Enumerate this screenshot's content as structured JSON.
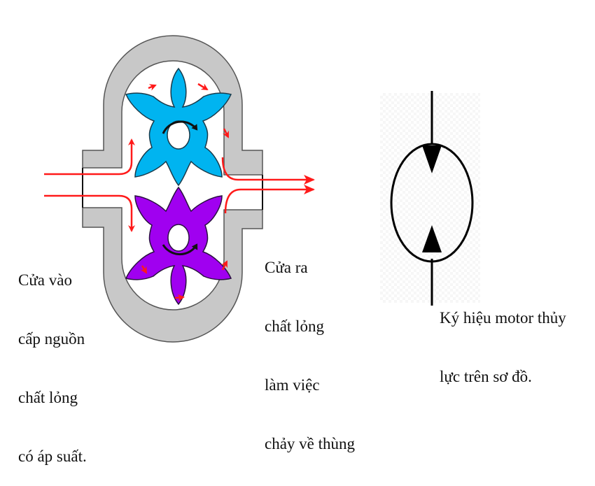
{
  "title": "Hydraulic gear motor diagram",
  "labels": {
    "inlet": [
      "Cửa vào",
      "cấp nguồn",
      "chất lỏng",
      "có áp suất."
    ],
    "outlet": [
      "Cửa ra",
      "chất lỏng",
      "làm việc",
      "chảy về thùng"
    ],
    "symbol": [
      "Ký hiệu motor thủy",
      "lực trên sơ đồ."
    ]
  },
  "colors": {
    "housing": "#c8c8c8",
    "housing_stroke": "#555555",
    "gear_top": "#00b4f0",
    "gear_bottom": "#a000f0",
    "flow": "#ff1a1a",
    "symbol": "#000000"
  },
  "components": {
    "housing": "gear-motor-housing",
    "gear_top": "driving-gear",
    "gear_bottom": "driven-gear",
    "symbol": "hydraulic-motor-symbol"
  }
}
